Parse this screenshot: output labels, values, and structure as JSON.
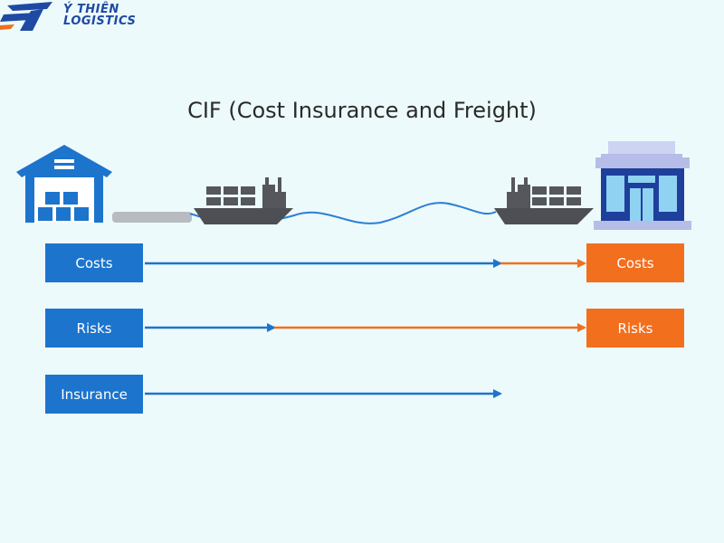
{
  "brand": {
    "name_line1": "Ý THIÊN",
    "name_line2": "LOGISTICS",
    "colors": {
      "primary": "#1f4aa3",
      "accent": "#f26f1d"
    }
  },
  "diagram": {
    "title": "CIF (Cost Insurance and Freight)",
    "icons": [
      "warehouse-icon",
      "dock-icon",
      "ship-icon",
      "ship-icon",
      "store-icon"
    ],
    "colors": {
      "seller": "#1c74cd",
      "buyer": "#f26f1d",
      "ship": "#4d4f54",
      "sea": "#2b7fd6"
    },
    "rows": [
      {
        "label": "Costs",
        "right_label": "Costs"
      },
      {
        "label": "Risks",
        "right_label": "Risks"
      },
      {
        "label": "Insurance"
      }
    ]
  }
}
